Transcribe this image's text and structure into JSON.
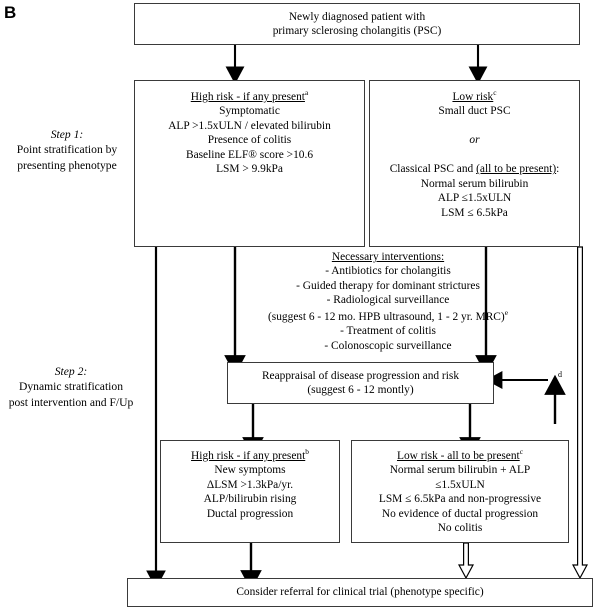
{
  "panel": {
    "letter": "B"
  },
  "steps": [
    {
      "id": "step1",
      "title": "Step 1:",
      "line1": "Point stratification by",
      "line2": "presenting phenotype"
    },
    {
      "id": "step2",
      "title": "Step 2:",
      "line1": "Dynamic stratification",
      "line2": "post intervention and F/Up"
    }
  ],
  "boxes": {
    "top": {
      "name": "newly-diagnosed-box",
      "lines": [
        "Newly diagnosed patient with",
        "primary sclerosing cholangitis  (PSC)"
      ]
    },
    "high_risk_1": {
      "name": "high-risk-step1-box",
      "header": "High risk - if any present",
      "header_sup": "a",
      "lines": [
        "Symptomatic",
        "ALP >1.5xULN / elevated bilirubin",
        "Presence of colitis",
        "Baseline ELF® score >10.6",
        "LSM > 9.9kPa"
      ]
    },
    "low_risk_1": {
      "name": "low-risk-step1-box",
      "header": "Low risk",
      "header_sup": "c",
      "lines": [
        "Small duct PSC",
        "",
        "or",
        "",
        "Classical PSC and (all to be present):",
        "Normal serum bilirubin",
        "ALP ≤1.5xULN",
        "LSM ≤ 6.5kPa"
      ],
      "or_label": "or",
      "classical_prefix": "Classical PSC and ",
      "classical_underlined": "(all to be present)",
      "classical_suffix": ":"
    },
    "interventions": {
      "name": "necessary-interventions-block",
      "header": "Necessary interventions:",
      "lines": [
        "- Antibiotics for cholangitis",
        "- Guided therapy for dominant strictures",
        "- Radiological surveillance",
        "(suggest 6 - 12 mo. HPB ultrasound, 1 - 2 yr. MRC)",
        "- Treatment of colitis",
        "- Colonoscopic surveillance"
      ],
      "mrc_sup": "e"
    },
    "reappraisal": {
      "name": "reappraisal-box",
      "lines": [
        "Reappraisal of disease progression and risk",
        "(suggest 6 - 12 montly)"
      ]
    },
    "high_risk_2": {
      "name": "high-risk-step2-box",
      "header": "High risk - if any present",
      "header_sup": "b",
      "lines": [
        "New symptoms",
        "ΔLSM >1.3kPa/yr.",
        "ALP/bilirubin rising",
        "Ductal progression"
      ]
    },
    "low_risk_2": {
      "name": "low-risk-step2-box",
      "header": "Low risk - all to be present",
      "header_sup": "c",
      "lines": [
        "Normal serum bilirubin + ALP",
        "≤1.5xULN",
        "LSM ≤ 6.5kPa and non-progressive",
        "No evidence of ductal progression",
        "No colitis"
      ]
    },
    "bottom": {
      "name": "clinical-trial-box",
      "lines": [
        "Consider referral for clinical trial (phenotype specific)"
      ]
    }
  },
  "annotations": {
    "feedback_loop_label": "d"
  },
  "colors": {
    "stroke": "#3a3a3a",
    "arrow": "#000000",
    "background": "#ffffff"
  }
}
